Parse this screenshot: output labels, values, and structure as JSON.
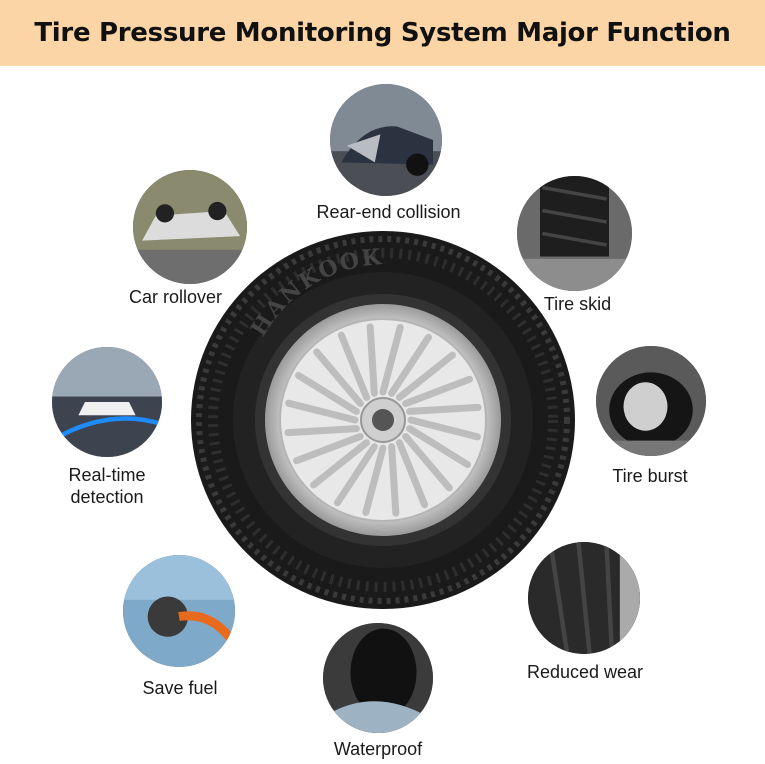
{
  "title": "Tire Pressure Monitoring System Major Function",
  "functions": [
    {
      "label": "Rear-end collision",
      "icon": "crashed-car-photo"
    },
    {
      "label": "Car rollover",
      "icon": "overturned-car-photo"
    },
    {
      "label": "Tire skid",
      "icon": "skidding-tire-photo"
    },
    {
      "label": "Real-time detection",
      "label_line1": "Real-time",
      "label_line2": "detection",
      "icon": "car-sensor-road-photo"
    },
    {
      "label": "Tire burst",
      "icon": "flat-tire-photo"
    },
    {
      "label": "Reduced wear",
      "icon": "tire-tread-photo"
    },
    {
      "label": "Save fuel",
      "icon": "fuel-nozzle-photo"
    },
    {
      "label": "Waterproof",
      "icon": "wet-tire-splash-photo"
    }
  ],
  "tire": {
    "brand_text": "HANKOOK",
    "icon": "tire-wheel-icon"
  },
  "colors": {
    "banner": "#fbd5a5",
    "text": "#111111",
    "tire": "#1c1c1c",
    "rim": "#d9d9d9"
  }
}
